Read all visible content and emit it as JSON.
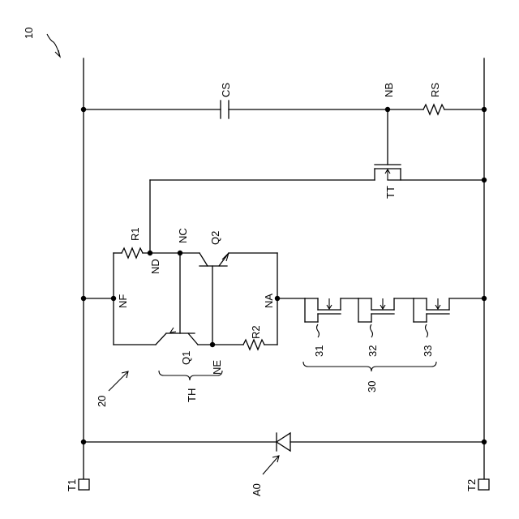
{
  "figure_ref": "10",
  "terminals": {
    "t1": "T1",
    "t2": "T2"
  },
  "diode": {
    "label": "A0"
  },
  "capacitor": {
    "label": "CS"
  },
  "snubber_resistor": {
    "label": "RS"
  },
  "trigger_transistor": {
    "label": "TT"
  },
  "nodes": {
    "na": "NA",
    "nb": "NB",
    "nc": "NC",
    "nd": "ND",
    "ne": "NE",
    "nf": "NF"
  },
  "thyristor": {
    "r1": "R1",
    "r2": "R2",
    "q1": "Q1",
    "q2": "Q2",
    "group_label": "TH",
    "ref": "20"
  },
  "mosfet_chain": {
    "m1": "31",
    "m2": "32",
    "m3": "33",
    "group_label": "30"
  },
  "colors": {
    "ink": "#000000",
    "background": "#ffffff"
  }
}
